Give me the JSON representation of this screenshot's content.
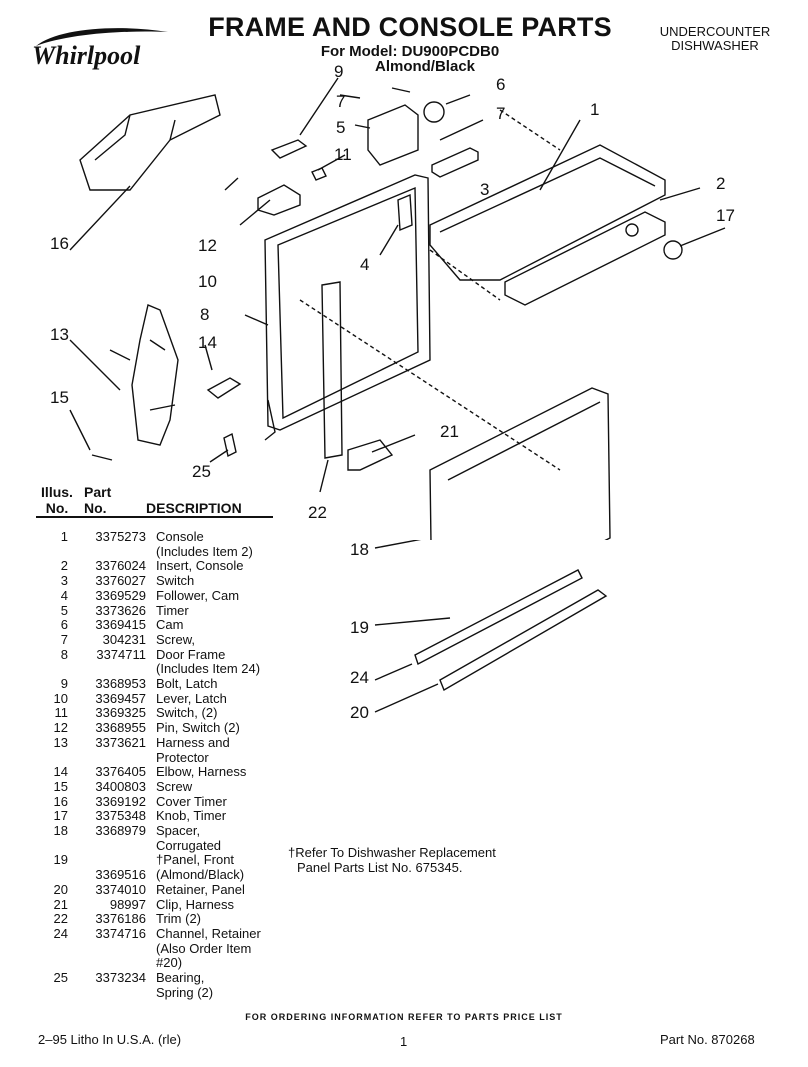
{
  "header": {
    "brand": "Whirlpool",
    "title": "FRAME AND CONSOLE PARTS",
    "model": "For Model: DU900PCDB0",
    "color": "Almond/Black",
    "category_line1": "UNDERCOUNTER",
    "category_line2": "DISHWASHER"
  },
  "diagram": {
    "callouts": [
      "1",
      "2",
      "3",
      "4",
      "5",
      "6",
      "7",
      "7",
      "8",
      "9",
      "10",
      "11",
      "12",
      "13",
      "14",
      "15",
      "16",
      "17",
      "18",
      "19",
      "20",
      "21",
      "22",
      "24",
      "25"
    ]
  },
  "table": {
    "head_illus_1": "Illus.",
    "head_illus_2": "No.",
    "head_part_1": "Part",
    "head_part_2": "No.",
    "head_desc": "DESCRIPTION",
    "rows": [
      {
        "illus": "1",
        "part": "3375273",
        "desc": "Console"
      },
      {
        "illus": "",
        "part": "",
        "desc": "(Includes Item 2)"
      },
      {
        "illus": "2",
        "part": "3376024",
        "desc": "Insert, Console"
      },
      {
        "illus": "3",
        "part": "3376027",
        "desc": "Switch"
      },
      {
        "illus": "4",
        "part": "3369529",
        "desc": "Follower, Cam"
      },
      {
        "illus": "5",
        "part": "3373626",
        "desc": "Timer"
      },
      {
        "illus": "6",
        "part": "3369415",
        "desc": "Cam"
      },
      {
        "illus": "7",
        "part": "304231",
        "desc": "Screw,"
      },
      {
        "illus": "8",
        "part": "3374711",
        "desc": "Door Frame"
      },
      {
        "illus": "",
        "part": "",
        "desc": "(Includes Item 24)"
      },
      {
        "illus": "9",
        "part": "3368953",
        "desc": "Bolt, Latch"
      },
      {
        "illus": "10",
        "part": "3369457",
        "desc": "Lever, Latch"
      },
      {
        "illus": "11",
        "part": "3369325",
        "desc": "Switch, (2)"
      },
      {
        "illus": "12",
        "part": "3368955",
        "desc": "Pin, Switch (2)"
      },
      {
        "illus": "13",
        "part": "3373621",
        "desc": "Harness and"
      },
      {
        "illus": "",
        "part": "",
        "desc": "Protector"
      },
      {
        "illus": "14",
        "part": "3376405",
        "desc": "Elbow, Harness"
      },
      {
        "illus": "15",
        "part": "3400803",
        "desc": "Screw"
      },
      {
        "illus": "16",
        "part": "3369192",
        "desc": "Cover Timer"
      },
      {
        "illus": "17",
        "part": "3375348",
        "desc": "Knob, Timer"
      },
      {
        "illus": "18",
        "part": "3368979",
        "desc": "Spacer,"
      },
      {
        "illus": "",
        "part": "",
        "desc": "Corrugated"
      },
      {
        "illus": "19",
        "part": "",
        "desc": "†Panel, Front"
      },
      {
        "illus": "",
        "part": "3369516",
        "desc": "(Almond/Black)"
      },
      {
        "illus": "20",
        "part": "3374010",
        "desc": "Retainer, Panel"
      },
      {
        "illus": "21",
        "part": "98997",
        "desc": "Clip, Harness"
      },
      {
        "illus": "22",
        "part": "3376186",
        "desc": "Trim (2)"
      },
      {
        "illus": "24",
        "part": "3374716",
        "desc": "Channel, Retainer"
      },
      {
        "illus": "",
        "part": "",
        "desc": "(Also Order Item"
      },
      {
        "illus": "",
        "part": "",
        "desc": "#20)"
      },
      {
        "illus": "25",
        "part": "3373234",
        "desc": "Bearing,"
      },
      {
        "illus": "",
        "part": "",
        "desc": "Spring (2)"
      }
    ]
  },
  "note": {
    "line1": "†Refer To Dishwasher Replacement",
    "line2": "Panel Parts List No. 675345."
  },
  "footer": {
    "ordering": "FOR ORDERING INFORMATION REFER TO PARTS PRICE LIST",
    "litho": "2–95 Litho In U.S.A. (rle)",
    "page": "1",
    "part_no": "Part No. 870268"
  }
}
